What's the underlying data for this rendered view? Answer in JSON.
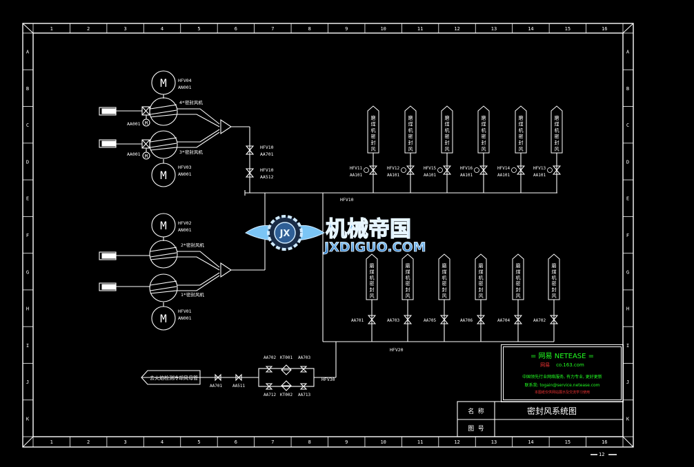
{
  "frame": {
    "columns": [
      "1",
      "2",
      "3",
      "4",
      "5",
      "6",
      "7",
      "8",
      "9",
      "10",
      "11",
      "12",
      "13",
      "14",
      "15",
      "16"
    ],
    "rows": [
      "A",
      "B",
      "C",
      "D",
      "E",
      "F",
      "G",
      "H",
      "I",
      "J",
      "K"
    ]
  },
  "fans": {
    "fan4": {
      "motor": "M",
      "tag": "HFV04",
      "sub": "AN001",
      "label": "4*密封风机"
    },
    "fan3": {
      "motor": "M",
      "tag": "HFV03",
      "sub": "AN001",
      "label": "3*密封风机"
    },
    "fan2": {
      "motor": "M",
      "tag": "HFV02",
      "sub": "AN001",
      "label": "2*密封风机"
    },
    "fan1": {
      "motor": "M",
      "tag": "HFV01",
      "sub": "AN001",
      "label": "1*密封风机"
    },
    "damper_top": "AA001",
    "damper_bottom": "AA001",
    "small_motor": "M"
  },
  "main_valves": {
    "v1": {
      "tag": "HFV10",
      "sub": "AA701"
    },
    "v2": {
      "tag": "HFV10",
      "sub": "AA512"
    }
  },
  "header_labels": {
    "hfv10": "HFV10",
    "hfv20": "HFV20",
    "hfv30": "HFV30"
  },
  "top_branches": [
    {
      "tag": "HFV11",
      "sub": "AA101"
    },
    {
      "tag": "HFV12",
      "sub": "AA101"
    },
    {
      "tag": "HFV15",
      "sub": "AA101"
    },
    {
      "tag": "HFV16",
      "sub": "AA101"
    },
    {
      "tag": "HFV14",
      "sub": "AA101"
    },
    {
      "tag": "HFV13",
      "sub": "AA101"
    }
  ],
  "bottom_branches": [
    "AA701",
    "AA703",
    "AA705",
    "AA706",
    "AA704",
    "AA702"
  ],
  "mill_label": "磨煤机密封风",
  "filter_valves": {
    "top_left": "AA702",
    "top_mid": "KT001",
    "top_right": "AA703",
    "bot_left": "AA712",
    "bot_mid": "KT002",
    "bot_right": "AA713"
  },
  "cooling_line": {
    "label": "去火焰检测冷却风母管",
    "v1": "AA701",
    "v2": "AA511"
  },
  "watermark": {
    "title": "机械帝国",
    "url": "JXDIGUO.COM",
    "mono": "JX"
  },
  "netease": {
    "title": "= 网易 NETEASE =",
    "line2a": "网易",
    "line2b": "co.163.com",
    "line3": "中国领先行业网络服务, 有力专业, 更好更新",
    "line4": "联系我: togain@service.netease.com",
    "line5": "本图纸仅供网站展示及交流学习使用"
  },
  "titleblock": {
    "name_label": "名 称",
    "name_value": "密封风系统图",
    "no_label": "图 号",
    "no_value": ""
  },
  "page_number": "12"
}
